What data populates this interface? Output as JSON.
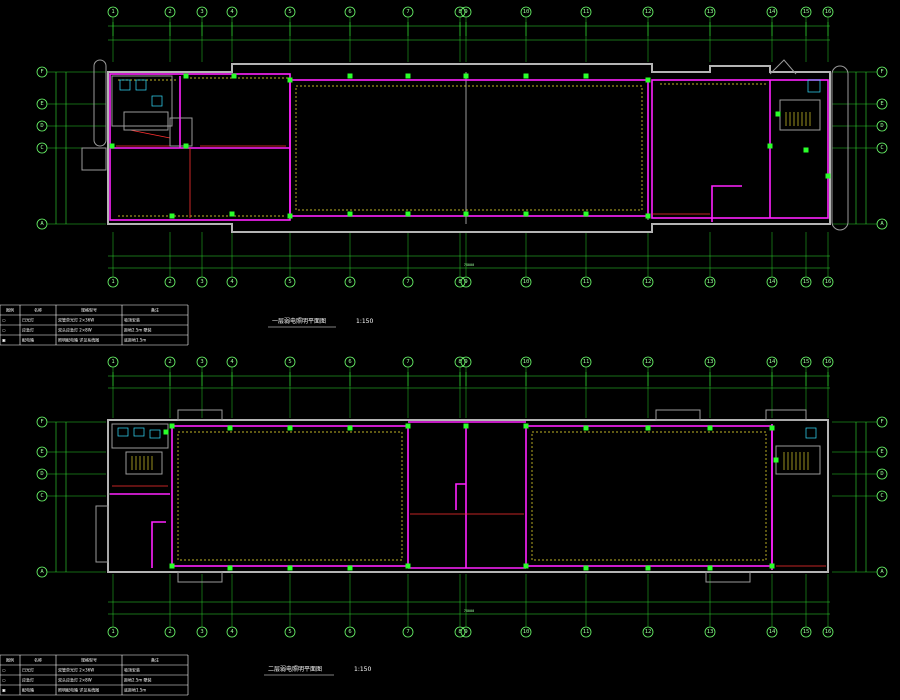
{
  "plan1": {
    "title": "一层弱电照明平面图",
    "scale": "1:150",
    "axes_top": [
      "1",
      "2",
      "3",
      "4",
      "5",
      "6",
      "7",
      "8",
      "9",
      "10",
      "11",
      "12",
      "13",
      "14",
      "15",
      "16"
    ],
    "axes_side": [
      "F",
      "E",
      "D",
      "C",
      "A"
    ],
    "total_dim": "78000"
  },
  "plan2": {
    "title": "二层弱电照明平面图",
    "scale": "1:150",
    "axes_top": [
      "1",
      "2",
      "3",
      "4",
      "5",
      "6",
      "7",
      "8",
      "9",
      "10",
      "11",
      "12",
      "13",
      "14",
      "15",
      "16"
    ],
    "axes_side": [
      "F",
      "E",
      "D",
      "C",
      "A"
    ],
    "total_dim": "78000"
  },
  "legend1": {
    "headers": [
      "图例",
      "名称",
      "规格型号",
      "备注"
    ],
    "rows": [
      [
        "▭",
        "日光灯",
        "双管荧光灯 2×36W",
        "吸顶安装"
      ],
      [
        "▭",
        "应急灯",
        "双头应急灯 2×8W",
        "距地2.5m 壁装"
      ],
      [
        "▣",
        "配电箱",
        "照明配电箱 详见系统图",
        "底距地1.5m"
      ]
    ]
  },
  "legend2": {
    "headers": [
      "图例",
      "名称",
      "规格型号",
      "备注"
    ],
    "rows": [
      [
        "▭",
        "日光灯",
        "双管荧光灯 2×36W",
        "吸顶安装"
      ],
      [
        "▭",
        "应急灯",
        "双头应急灯 2×8W",
        "距地2.5m 壁装"
      ],
      [
        "▣",
        "配电箱",
        "照明配电箱 详见系统图",
        "底距地1.5m"
      ]
    ]
  },
  "colors": {
    "axis": "#6cff6c",
    "wall": "#b4b4b4",
    "circuit": "#ff22ff",
    "lighting": "#ffee33",
    "branch": "#ff3030",
    "fixture": "#2aff2a"
  }
}
